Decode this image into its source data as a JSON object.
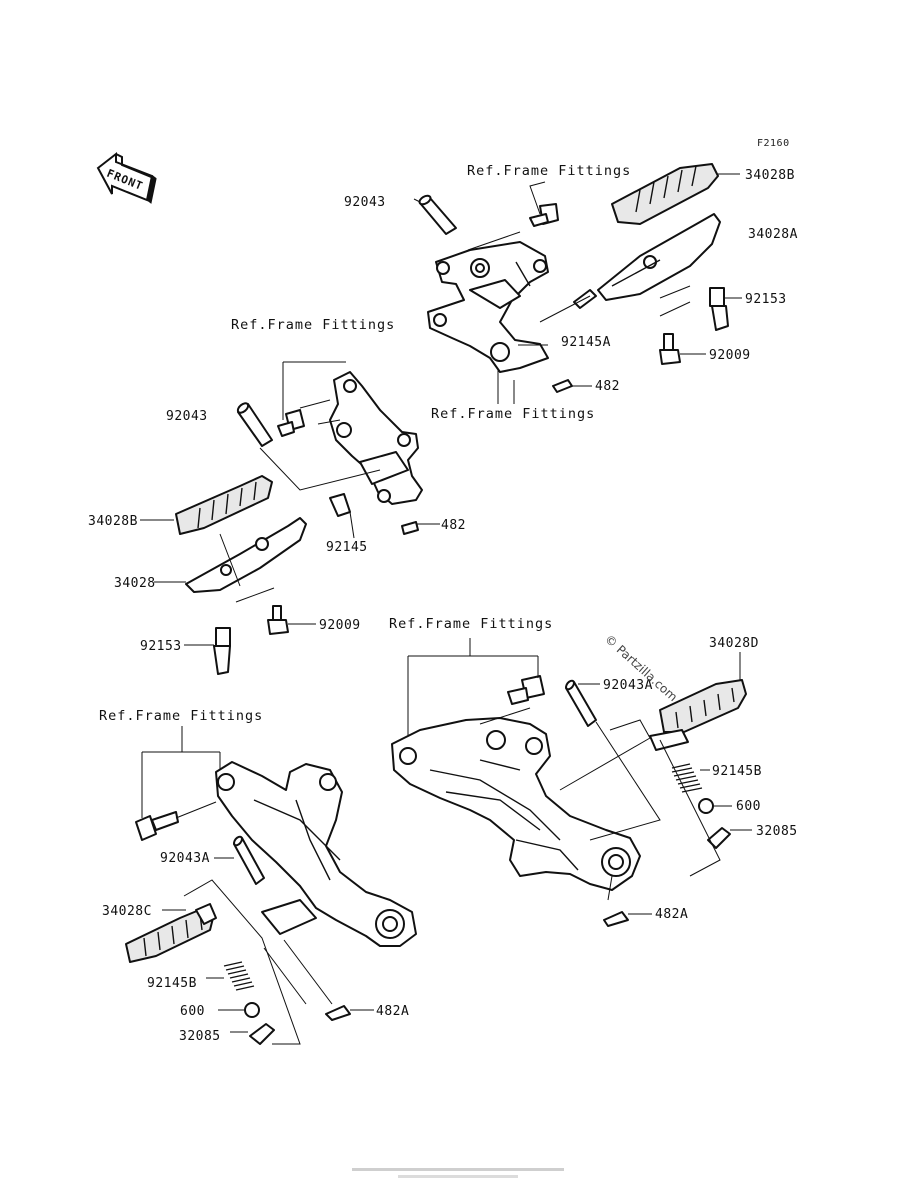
{
  "figure_code": "F2160",
  "front_label": "FRONT",
  "ref_label": "Ref.Frame Fittings",
  "watermark": "© Partzilla.com",
  "footer_text": "",
  "parts": {
    "p_92043_top": "92043",
    "p_34028B_top": "34028B",
    "p_34028A": "34028A",
    "p_92153_top": "92153",
    "p_92145A": "92145A",
    "p_92009_top": "92009",
    "p_482_top": "482",
    "p_92043_left": "92043",
    "p_482_left": "482",
    "p_34028B_left": "34028B",
    "p_92145_left": "92145",
    "p_34028": "34028",
    "p_92009_left": "92009",
    "p_92153_left": "92153",
    "p_34028D": "34028D",
    "p_92043A_right": "92043A",
    "p_92145B_right": "92145B",
    "p_600_right": "600",
    "p_32085_right": "32085",
    "p_482A_right": "482A",
    "p_92043A_left": "92043A",
    "p_34028C": "34028C",
    "p_92145B_left": "92145B",
    "p_600_left": "600",
    "p_32085_left": "32085",
    "p_482A_left": "482A"
  }
}
